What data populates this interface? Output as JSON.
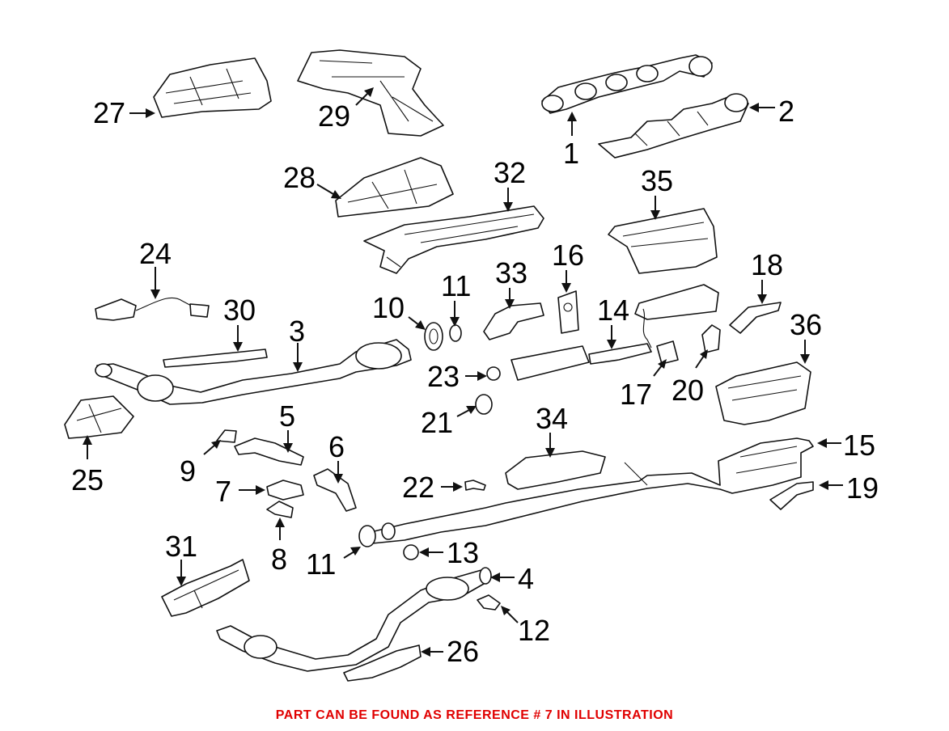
{
  "callouts": [
    "1",
    "2",
    "3",
    "4",
    "5",
    "6",
    "7",
    "8",
    "9",
    "10",
    "11",
    "12",
    "13",
    "14",
    "15",
    "16",
    "17",
    "18",
    "19",
    "20",
    "21",
    "22",
    "23",
    "24",
    "25",
    "26",
    "27",
    "28",
    "29",
    "30",
    "31",
    "32",
    "33",
    "34",
    "35",
    "36",
    "11"
  ],
  "footer_note": "PART CAN BE FOUND AS REFERENCE # 7 IN ILLUSTRATION",
  "colors": {
    "note": "#e00000",
    "line": "#111111"
  }
}
